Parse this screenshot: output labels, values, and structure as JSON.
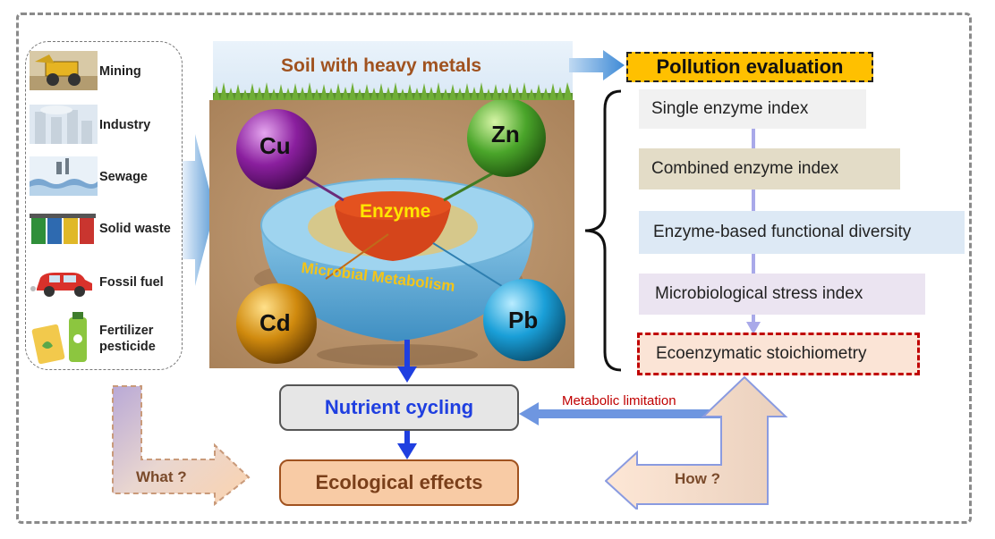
{
  "sources": [
    {
      "label": "Mining",
      "icon": "mining-truck-icon"
    },
    {
      "label": "Industry",
      "icon": "factory-chimney-icon"
    },
    {
      "label": "Sewage",
      "icon": "sewage-outfall-icon"
    },
    {
      "label": "Solid waste",
      "icon": "waste-bins-icon"
    },
    {
      "label": "Fossil fuel",
      "icon": "car-icon"
    },
    {
      "label": "Fertilizer\npesticide",
      "icon": "fertilizer-bottle-icon"
    }
  ],
  "soil": {
    "title": "Soil with heavy metals"
  },
  "metals": [
    "Cu",
    "Zn",
    "Cd",
    "Pb"
  ],
  "bowl": {
    "inner": "Enzyme",
    "outer": "Microbial Metabolism"
  },
  "evaluation": {
    "title": "Pollution evaluation",
    "steps": [
      "Single enzyme index",
      "Combined enzyme index",
      "Enzyme-based functional diversity",
      "Microbiological stress index",
      "Ecoenzymatic stoichiometry"
    ]
  },
  "nutrient": "Nutrient cycling",
  "ecological": "Ecological effects",
  "metabolic_limitation": "Metabolic limitation",
  "what": "What ?",
  "how": "How ?",
  "colors": {
    "step1": "#f1f1f1",
    "step2": "#e3dcc7",
    "step3": "#dde9f5",
    "step4": "#ebe4f1",
    "step5": "#fbe4d6",
    "eval_title_bg": "#ffc000",
    "nutrient_text": "#1f3fe0",
    "metabolic_text": "#c00000"
  }
}
